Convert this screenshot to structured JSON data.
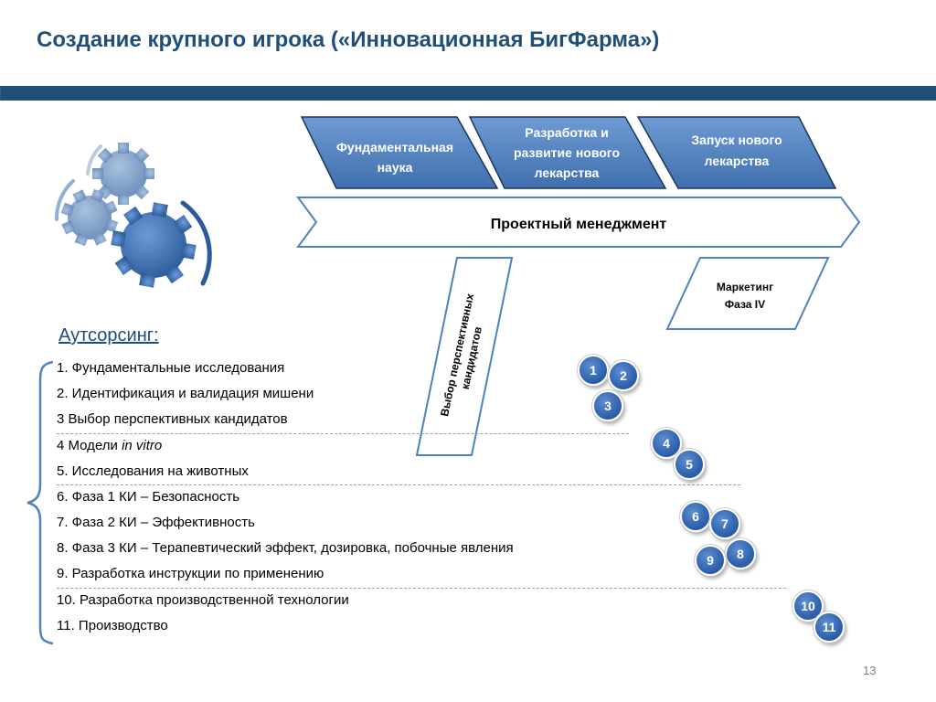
{
  "slide": {
    "title": "Создание крупного игрока («Инновационная БигФарма»)",
    "page_number": "13"
  },
  "phases": {
    "fundamental": [
      "Фундаментальная",
      "наука"
    ],
    "development": [
      "Разработка и",
      "развитие нового",
      "лекарства"
    ],
    "launch": [
      "Запуск  нового",
      "лекарства"
    ]
  },
  "project_management": "Проектный менеджмент",
  "candidate_selection": [
    "Выбор перспективных",
    "кандидатов"
  ],
  "marketing": [
    "Маркетинг",
    "Фаза IV"
  ],
  "outsourcing": {
    "heading": "Аутсорсинг:",
    "items": [
      "1.  Фундаментальные исследования",
      "2.  Идентификация и валидация мишени",
      "3    Выбор перспективных кандидатов",
      "4    Модели ",
      "5.  Исследования на животных",
      "6.  Фаза 1 КИ – Безопасность",
      "7.  Фаза 2 КИ – Эффективность",
      "8.  Фаза 3 КИ – Терапевтический эффект, дозировка, побочные явления",
      "9.  Разработка инструкции по применению",
      "10. Разработка производственной технологии",
      "11. Производство"
    ],
    "item4_italic": "in vitro"
  },
  "badges": [
    "1",
    "2",
    "3",
    "4",
    "5",
    "6",
    "7",
    "8",
    "9",
    "10",
    "11"
  ],
  "icons": {
    "gears": "gears-icon",
    "brace": "left-brace-icon"
  },
  "colors": {
    "brand_blue": "#1f4e79",
    "phase_fill": "#4f81bd",
    "phase_border": "#17375e",
    "badge_blue": "#2f63ad"
  }
}
